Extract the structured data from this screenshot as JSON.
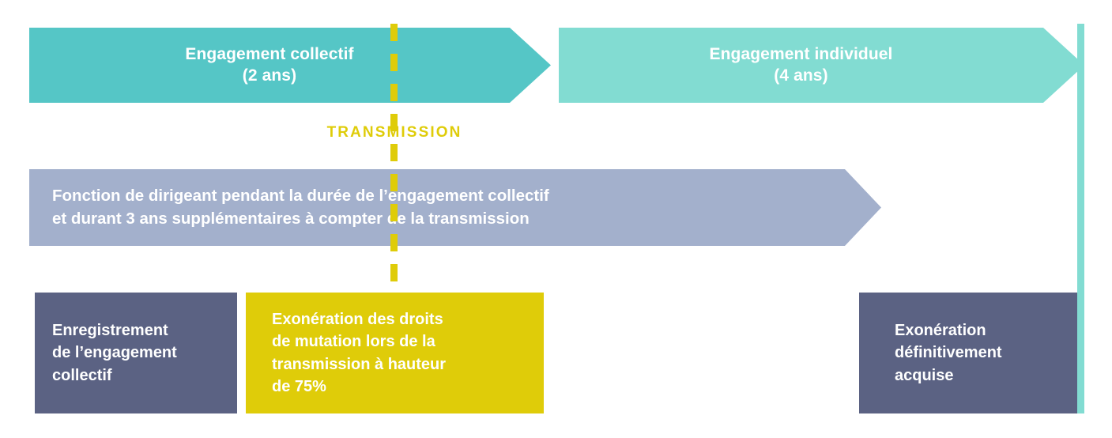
{
  "diagram": {
    "title_text": "TRANSMISSION",
    "colors": {
      "teal_dark": "#55C6C6",
      "teal_light": "#82DCD2",
      "blue_grey": "#A3B0CC",
      "yellow": "#DFCC09",
      "slate_purple": "#5B6283"
    },
    "timeline_arrows": [
      {
        "id": "engagement-collectif",
        "label": "Engagement collectif\n(2 ans)",
        "duration": "2 ans",
        "color": "#55C6C6"
      },
      {
        "id": "engagement-individuel",
        "label": "Engagement individuel\n(4 ans)",
        "duration": "4 ans",
        "color": "#82DCD2"
      }
    ],
    "condition_arrow": {
      "id": "fonction-dirigeant",
      "label": "Fonction de dirigeant pendant la durée de l’engagement collectif\net durant 3 ans supplémentaires à compter de la transmission",
      "color": "#A3B0CC"
    },
    "milestone_boxes": [
      {
        "id": "enregistrement",
        "label": "Enregistrement\nde l’engagement\ncollectif",
        "color": "#5B6283"
      },
      {
        "id": "exoneration-droits",
        "label": "Exonération des droits\nde mutation lors de la\ntransmission à hauteur\nde 75%",
        "color": "#DFCC09"
      },
      {
        "id": "exoneration-acquise",
        "label": "Exonération\ndéfinitivement\nacquise",
        "color": "#5B6283"
      }
    ]
  }
}
